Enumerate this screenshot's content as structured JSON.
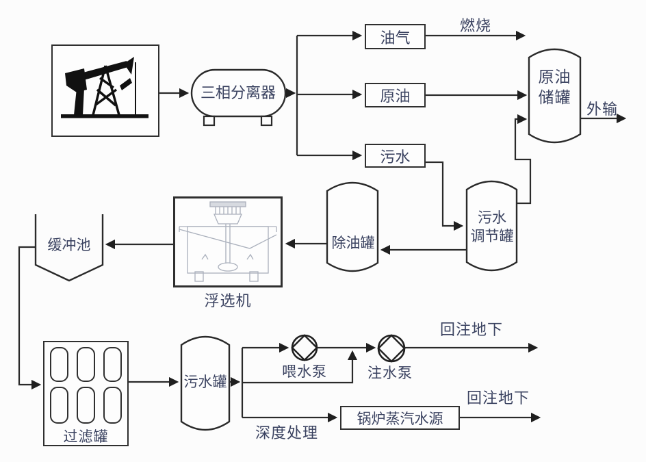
{
  "colors": {
    "background": "#fcfcfc",
    "line": "#2a2a2a",
    "text": "#3a4260"
  },
  "nodes": {
    "oil_well": {
      "icon": "pumpjack-icon"
    },
    "separator": {
      "label": "三相分离器"
    },
    "oil_gas_box": {
      "label": "油气"
    },
    "crude_oil_box": {
      "label": "原油"
    },
    "sewage_box": {
      "label": "污水"
    },
    "crude_oil_tank": {
      "line1": "原油",
      "line2": "储罐"
    },
    "sewage_regulating_tank": {
      "line1": "污水",
      "line2": "调节罐"
    },
    "deoiling_tank": {
      "label": "除油罐"
    },
    "flotation_machine": {
      "label": "浮选机"
    },
    "buffer_pool": {
      "label": "缓冲池"
    },
    "filter_tank": {
      "label": "过滤罐"
    },
    "sewage_tank": {
      "label": "污水罐"
    },
    "feed_water_pump": {
      "label": "喂水泵"
    },
    "water_injection_pump": {
      "label": "注水泵"
    },
    "boiler_steam_source": {
      "label": "锅炉蒸汽水源"
    }
  },
  "flow_labels": {
    "burn": "燃烧",
    "outbound": "外输",
    "reinject_top": "回注地下",
    "reinject_bottom": "回注地下",
    "deep_treatment": "深度处理"
  }
}
